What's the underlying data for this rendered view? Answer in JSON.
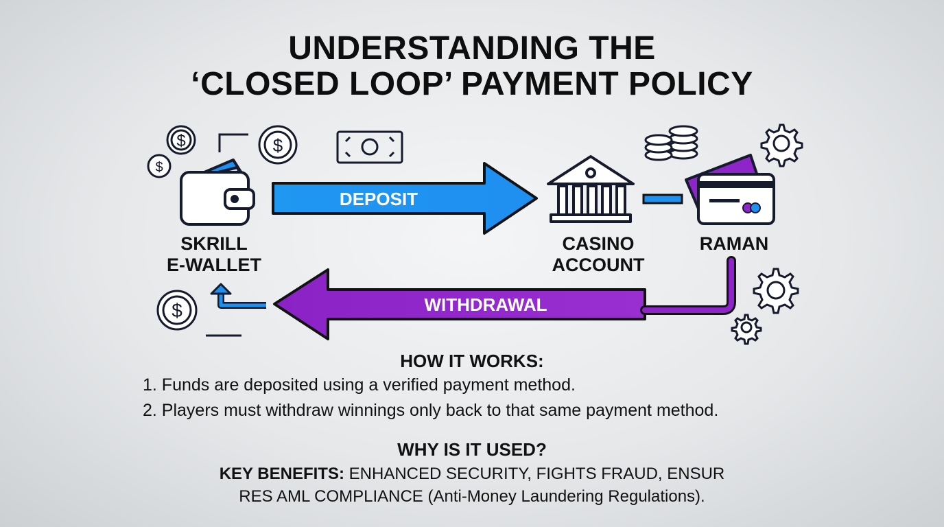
{
  "title": {
    "line1": "UNDERSTANDING THE",
    "line2": "‘CLOSED LOOP’ PAYMENT POLICY"
  },
  "flow": {
    "deposit_label": "DEPOSIT",
    "withdrawal_label": "WITHDRAWAL",
    "deposit_color": "#1e90f0",
    "withdrawal_color": "#8e25c9"
  },
  "nodes": {
    "ewallet": {
      "line1": "SKRILL",
      "line2": "E-WALLET",
      "icon": "wallet-icon"
    },
    "casino": {
      "line1": "CASINO",
      "line2": "ACCOUNT",
      "icon": "bank-icon"
    },
    "card": {
      "label": "RAMAN",
      "icon": "credit-card-icon"
    }
  },
  "how_it_works": {
    "heading": "HOW IT WORKS:",
    "steps": [
      "1. Funds are deposited using a verified payment method.",
      "2. Players must withdraw winnings only back to that same payment method."
    ]
  },
  "why": {
    "heading": "WHY IS IT USED?",
    "benefits_label": "KEY BENEFITS:",
    "benefits_line1_rest": "ENHANCED SECURITY, FIGHTS FRAUD, ENSUR",
    "benefits_line2": "RES AML COMPLIANCE (Anti-Money Laundering Regulations)."
  }
}
